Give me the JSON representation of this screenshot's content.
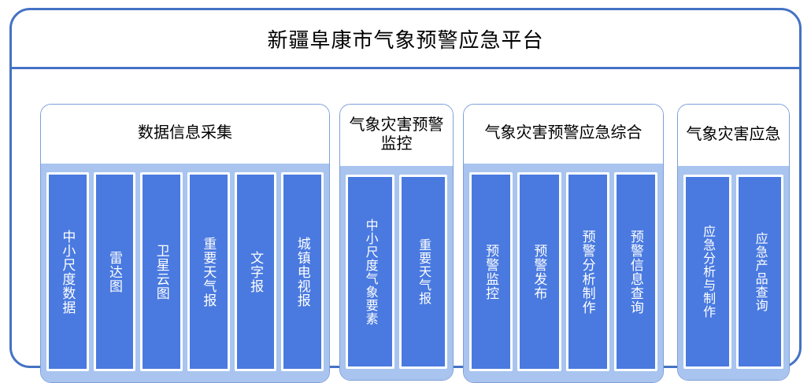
{
  "platform": {
    "title": "新疆阜康市气象预警应急平台",
    "frame_border_color": "#4472c4",
    "group_body_color": "#a8c4ef",
    "chip_color": "#4a7ae0",
    "chip_border_color": "#ffffff"
  },
  "groups": [
    {
      "title": "数据信息采集",
      "items": [
        {
          "label": "中小尺度数据"
        },
        {
          "label": "雷达图"
        },
        {
          "label": "卫星云图"
        },
        {
          "label": "重要天气报"
        },
        {
          "label": "文字报"
        },
        {
          "label": "城镇电视报"
        }
      ]
    },
    {
      "title": "气象灾害预警监控",
      "items": [
        {
          "label": "中小尺度气象要素"
        },
        {
          "label": "重要天气报"
        }
      ]
    },
    {
      "title": "气象灾害预警应急综合",
      "items": [
        {
          "label": "预警监控"
        },
        {
          "label": "预警发布"
        },
        {
          "label": "预警分析制作"
        },
        {
          "label": "预警信息查询"
        }
      ]
    },
    {
      "title": "气象灾害应急",
      "items": [
        {
          "label": "应急分析与制作"
        },
        {
          "label": "应急产品查询"
        }
      ]
    }
  ]
}
